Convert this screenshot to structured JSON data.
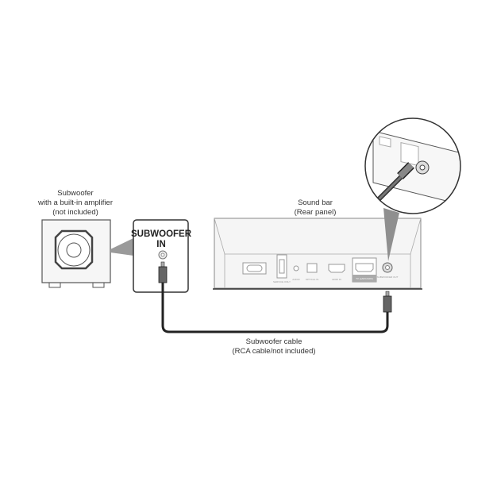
{
  "subwoofer": {
    "label_lines": [
      "Subwoofer",
      "with a built-in amplifier",
      "(not included)"
    ]
  },
  "subwoofer_panel": {
    "label_lines": [
      "SUBWOOFER",
      "IN"
    ]
  },
  "soundbar": {
    "label_lines": [
      "Sound bar",
      "(Rear panel)"
    ],
    "port_labels": [
      "SERVICE ONLY",
      "AUDIO",
      "OPTICAL IN",
      "HDMI IN",
      "TV (eARC/ARC)",
      "SUBWOOFER OUT"
    ]
  },
  "cable": {
    "label_lines": [
      "Subwoofer cable",
      "(RCA cable/not included)"
    ]
  },
  "colors": {
    "line": "#333333",
    "callout": "#9a9a9a",
    "panel_fill": "#f4f4f4"
  }
}
